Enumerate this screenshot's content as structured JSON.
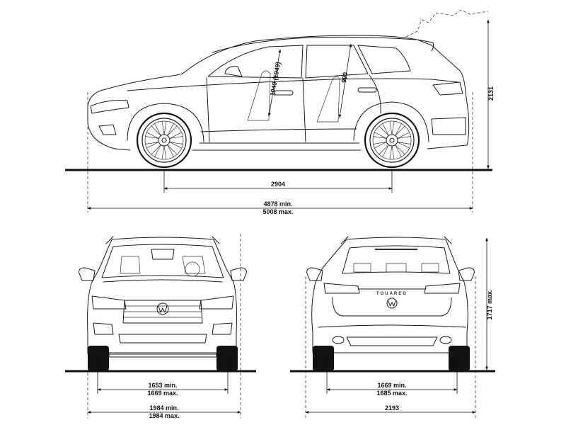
{
  "dimensions": {
    "wheelbase": "2904",
    "length_min": "4878 min.",
    "length_max": "5008 max.",
    "height_overall": "2131",
    "front_headroom": "1049 (1049)",
    "rear_headroom": "990",
    "height_max": "1717 max.",
    "front_track_min": "1653 min.",
    "front_track_max": "1669 max.",
    "width_min": "1984 min.",
    "width_max": "1984 max.",
    "rear_track_min": "1669 min.",
    "rear_track_max": "1685 max.",
    "width_mirrors": "2193"
  },
  "badge": {
    "model_name": "TOUAREG"
  },
  "colors": {
    "line": "#1a1a1a",
    "background": "#ffffff"
  },
  "icons": {
    "front_logo": "vw-logo-icon",
    "rear_logo": "vw-logo-icon",
    "arrowheads": "dimension-arrow-icon"
  }
}
